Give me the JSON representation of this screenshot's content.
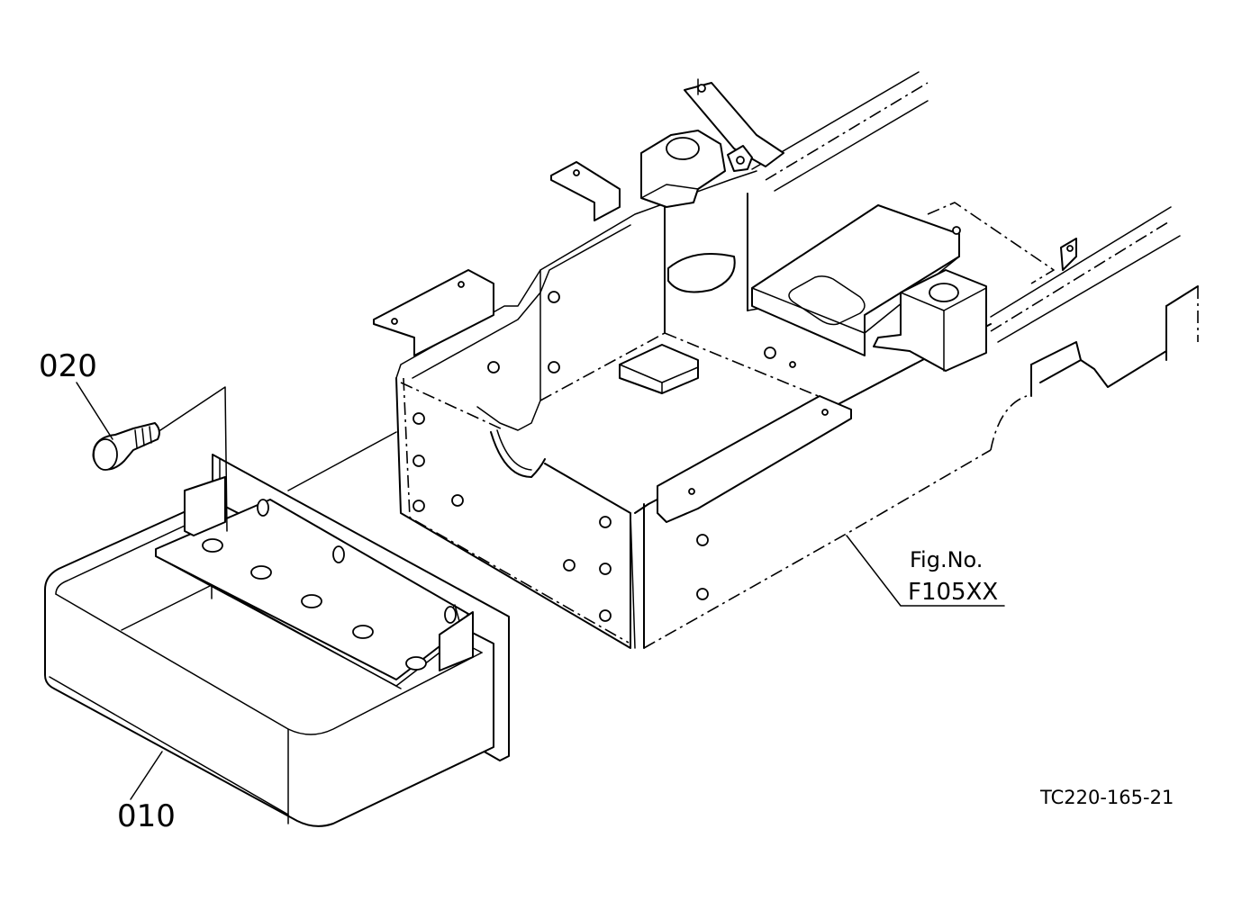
{
  "callouts": {
    "part_010": "010",
    "part_020": "020",
    "fig_ref_line1": "Fig.No.",
    "fig_ref_line2": "F105XX",
    "drawing_number": "TC220-165-21"
  }
}
